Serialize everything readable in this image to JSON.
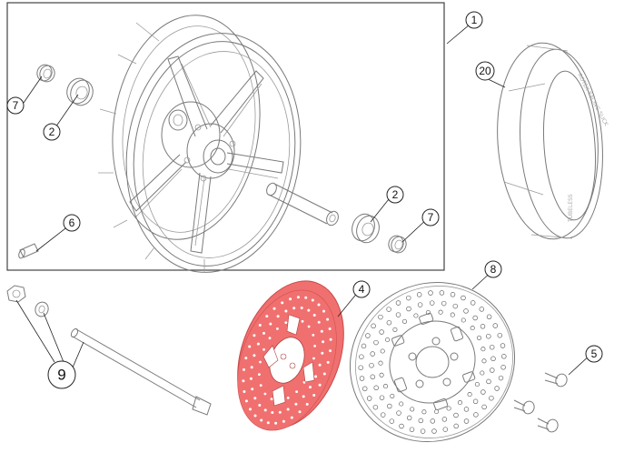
{
  "diagram": {
    "callouts": {
      "wheel_assembly": "1",
      "bearing_left": "2",
      "bearing_right": "2",
      "brake_disc_highlighted": "4",
      "disc_bolt": "5",
      "valve_stem": "6",
      "seal_left": "7",
      "seal_right": "7",
      "brake_disc": "8",
      "axle_parts": "9",
      "tire": "20"
    },
    "tire_sidewall_text": {
      "top": "ROTEX RACING SLICK",
      "bottom": "TUBELESS"
    },
    "colors": {
      "highlight_disc": "#f07070",
      "line": "#7a7a7a",
      "frame": "#444444"
    }
  }
}
